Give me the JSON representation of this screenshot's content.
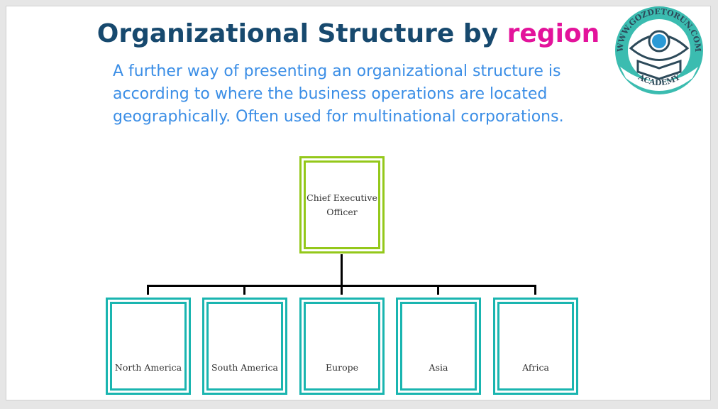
{
  "title": {
    "main": "Organizational Structure by ",
    "highlight": "region"
  },
  "description": "A further way of presenting an organizational structure is according to where the business operations are located geographically. Often used for multinational corporations.",
  "logo": {
    "text_top": "WWW.GOZDETORUN.COM",
    "text_bottom": "ACADEMY"
  },
  "chart": {
    "root": "Chief Executive Officer",
    "children": [
      "North America",
      "South America",
      "Europe",
      "Asia",
      "Africa"
    ]
  },
  "colors": {
    "title": "#17496e",
    "highlight": "#e3139b",
    "text": "#3b8ee6",
    "root_border": "#94c81a",
    "child_border": "#1ab5b0"
  }
}
